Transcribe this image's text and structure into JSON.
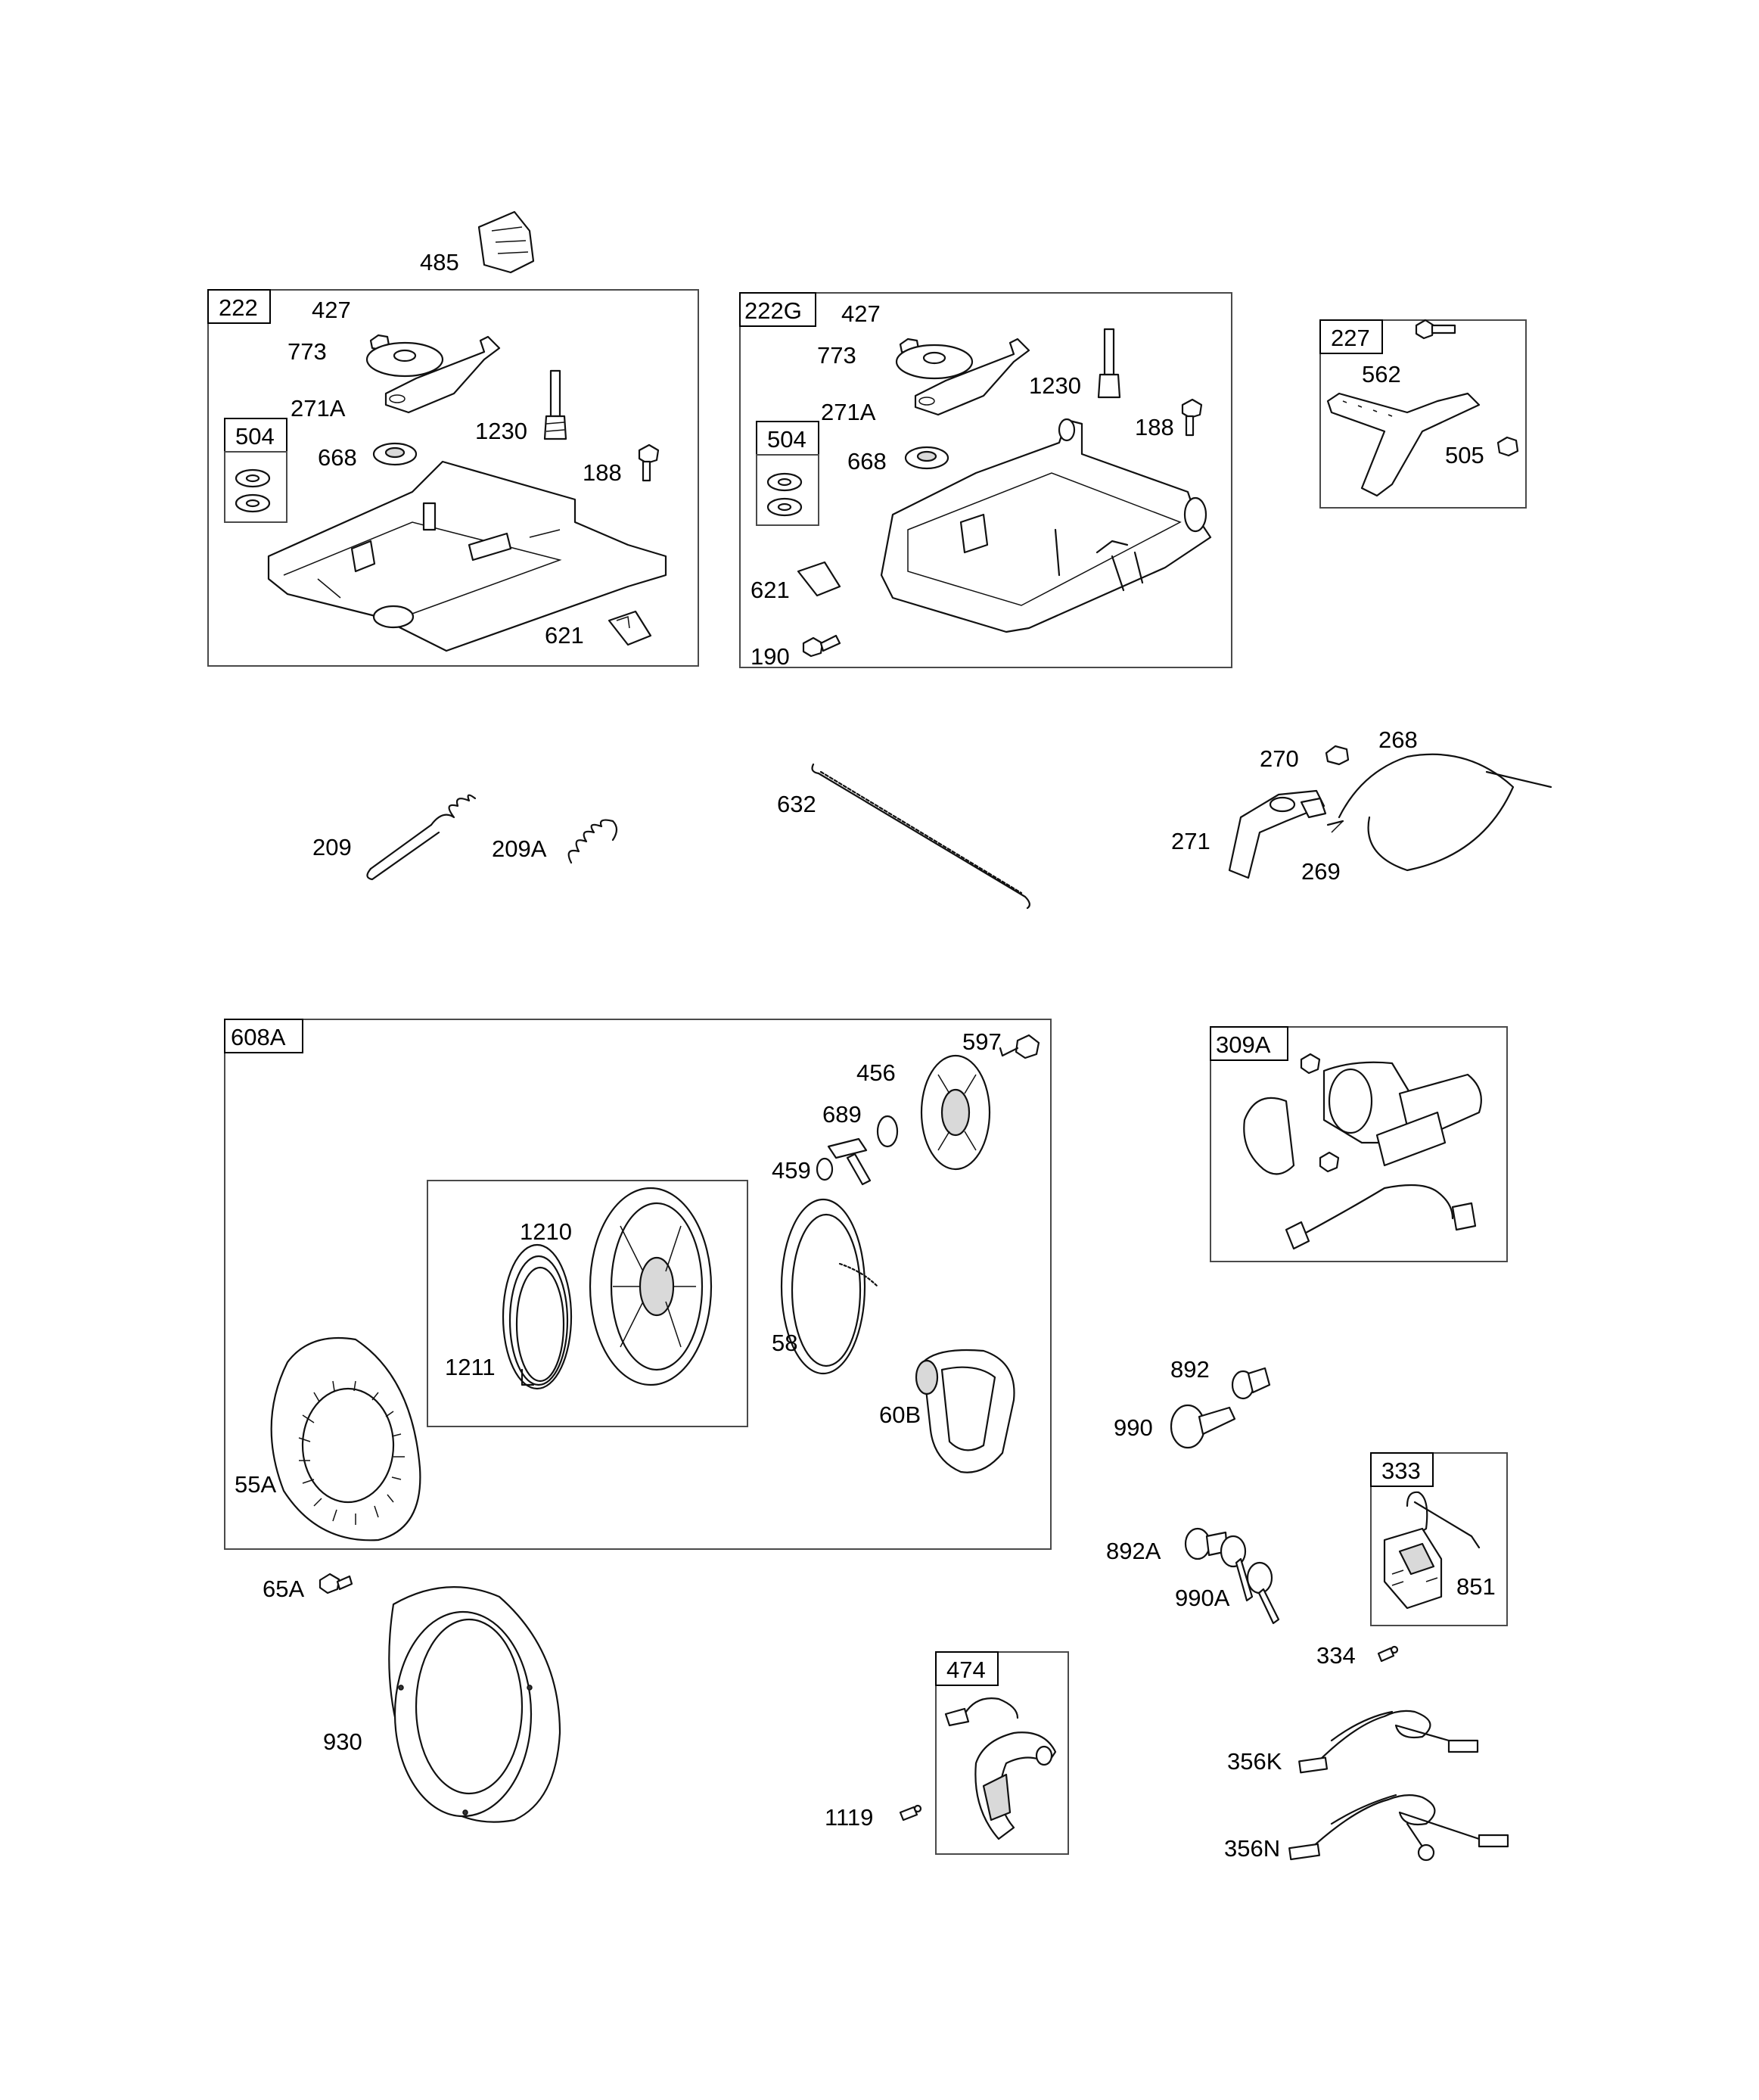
{
  "diagram": {
    "group_labels": {
      "g222": "222",
      "g222G": "222G",
      "g227": "227",
      "g504a": "504",
      "g504b": "504",
      "g608A": "608A",
      "g309A": "309A",
      "g333": "333",
      "g474": "474"
    },
    "part_labels": {
      "p485": "485",
      "p427a": "427",
      "p773a": "773",
      "p271Aa": "271A",
      "p1230a": "1230",
      "p668a": "668",
      "p188a": "188",
      "p621a": "621",
      "p427b": "427",
      "p773b": "773",
      "p271Ab": "271A",
      "p1230b": "1230",
      "p188b": "188",
      "p668b": "668",
      "p621b": "621",
      "p190": "190",
      "p562": "562",
      "p505": "505",
      "p209": "209",
      "p209A": "209A",
      "p632": "632",
      "p270": "270",
      "p268": "268",
      "p271": "271",
      "p269": "269",
      "p597": "597",
      "p456": "456",
      "p689": "689",
      "p459": "459",
      "p1210": "1210",
      "p1211": "1211",
      "p58": "58",
      "p60B": "60B",
      "p55A": "55A",
      "p65A": "65A",
      "p930": "930",
      "p892": "892",
      "p990": "990",
      "p892A": "892A",
      "p990A": "990A",
      "p851": "851",
      "p334": "334",
      "p1119": "1119",
      "p356K": "356K",
      "p356N": "356N"
    }
  }
}
